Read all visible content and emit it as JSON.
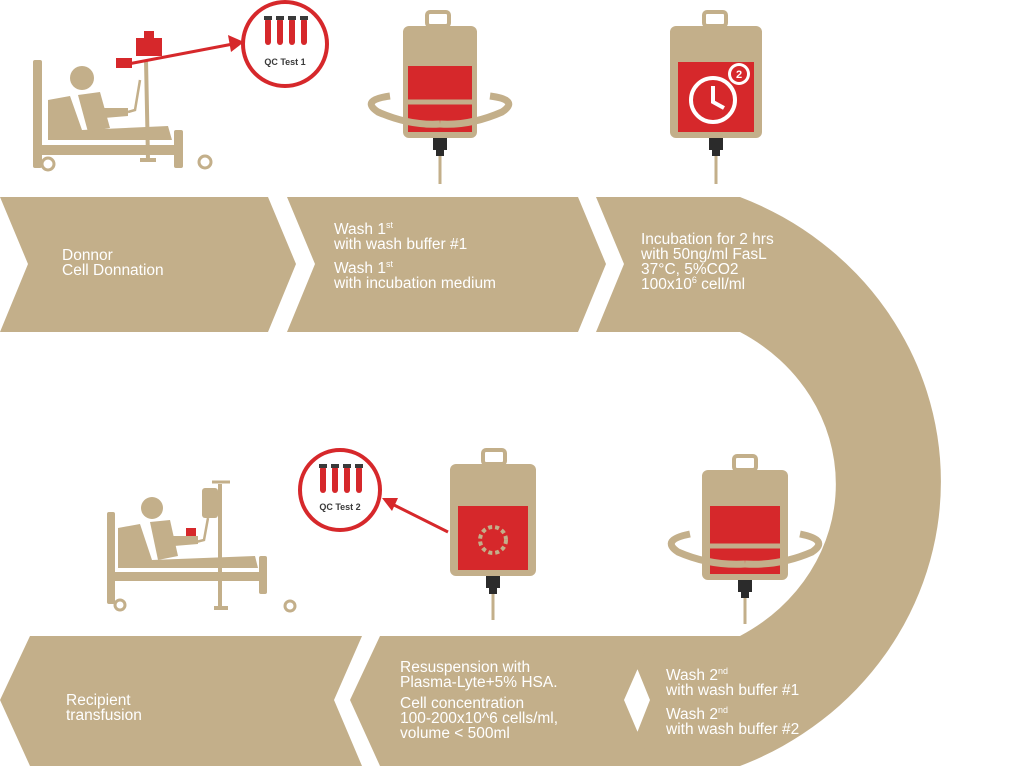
{
  "colors": {
    "tan": "#c3af8a",
    "red": "#d6282b",
    "dark": "#2b2b2b",
    "white": "#ffffff"
  },
  "qc_tests": [
    {
      "label": "QC Test 1"
    },
    {
      "label": "QC Test 2"
    }
  ],
  "steps": {
    "donor": {
      "line1": "Donnor",
      "line2": "Cell Donnation"
    },
    "wash1": {
      "a_pre": "Wash 1",
      "a_sup": "st",
      "a_line2": "with wash buffer #1",
      "b_pre": "Wash 1",
      "b_sup": "st",
      "b_line2": "with incubation medium"
    },
    "incubation": {
      "line1": "Incubation for 2 hrs",
      "line2": "with 50ng/ml FasL",
      "line3": "37°C, 5%CO2",
      "line4_pre": "100x10",
      "line4_sup": "6",
      "line4_post": " cell/ml"
    },
    "wash2": {
      "a_pre": "Wash 2",
      "a_sup": "nd",
      "a_line2": "with wash buffer #1",
      "b_pre": "Wash 2",
      "b_sup": "nd",
      "b_line2": "with wash buffer #2"
    },
    "resuspension": {
      "line1": "Resuspension with",
      "line2": "Plasma-Lyte+5% HSA.",
      "line3": "Cell concentration",
      "line4": "100-200x10^6 cells/ml,",
      "line5": "volume < 500ml"
    },
    "recipient": {
      "line1": "Recipient",
      "line2": "transfusion"
    }
  },
  "icons": {
    "donor_bed": "patient-bed-icon",
    "recipient_bed": "patient-bed-icon",
    "bag_wash": "blood-bag-rotate-icon",
    "bag_timer": "blood-bag-clock-icon",
    "timer_badge": "2",
    "bag_resuspend": "blood-bag-ring-icon",
    "test_tubes": "test-tubes-icon"
  }
}
